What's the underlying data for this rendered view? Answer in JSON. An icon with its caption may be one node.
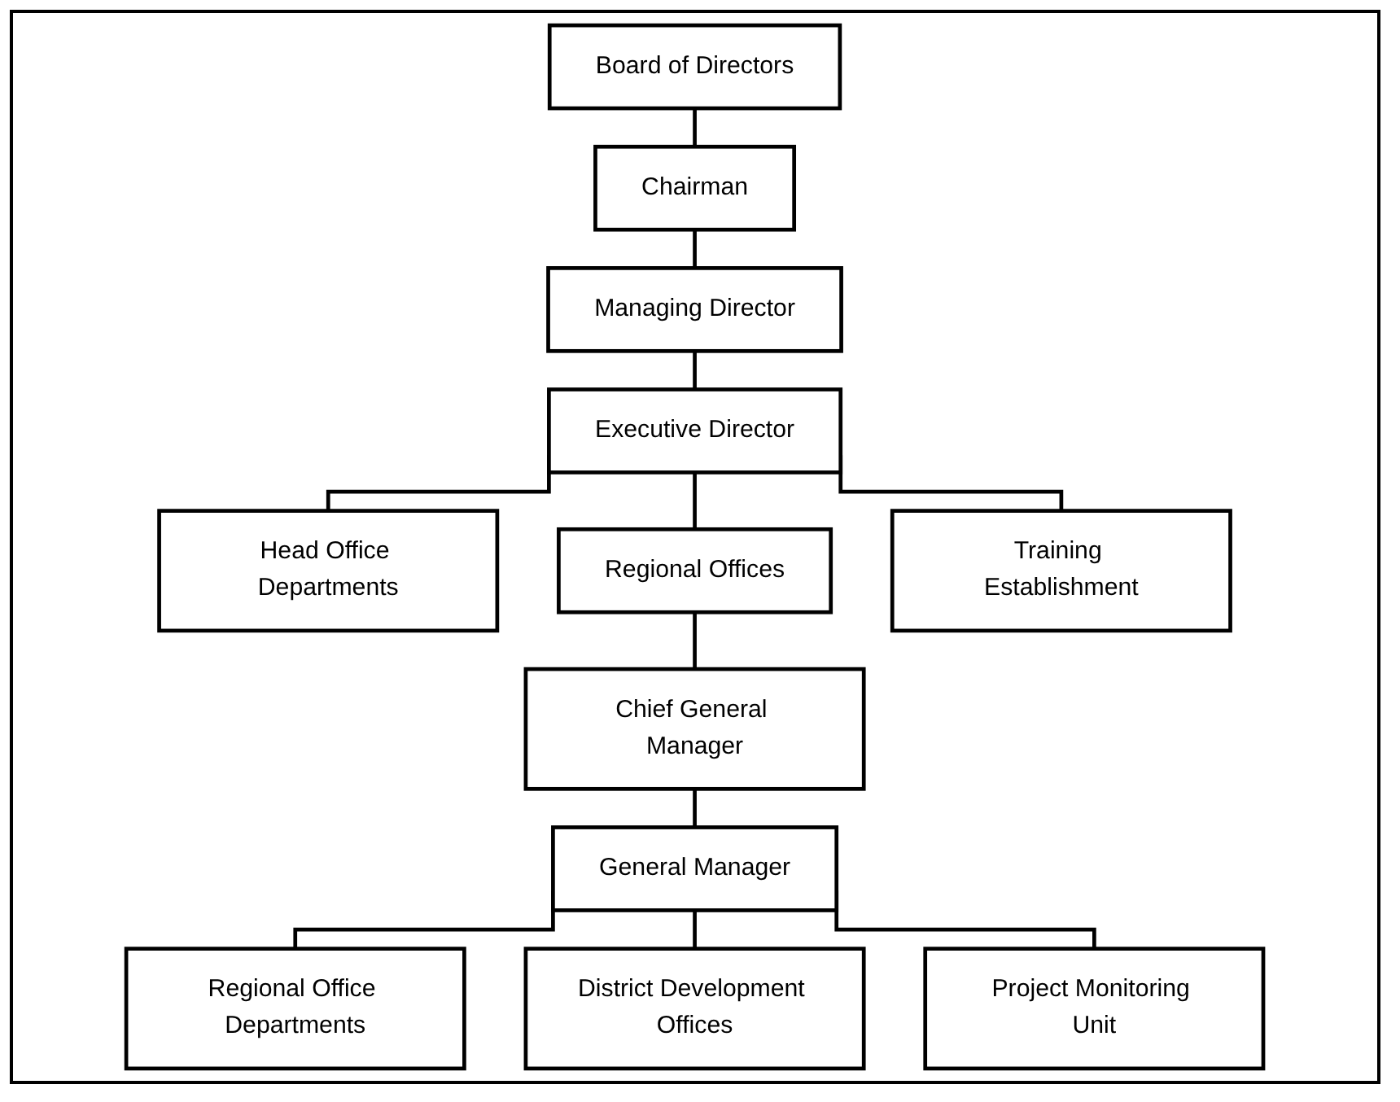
{
  "diagram": {
    "nodes": [
      {
        "text": [
          "Board of Directors"
        ]
      },
      {
        "text": [
          "Chairman"
        ]
      },
      {
        "text": [
          "Managing Director"
        ]
      },
      {
        "text": [
          "Executive Director"
        ]
      },
      {
        "text": [
          "Head Office Departments"
        ]
      },
      {
        "text": [
          "Regional Offices"
        ]
      },
      {
        "text": [
          "Training Establishment"
        ]
      },
      {
        "text": [
          "Chief General Manager"
        ]
      },
      {
        "text": [
          "General Manager"
        ]
      },
      {
        "text": [
          "Regional Office Departments"
        ]
      },
      {
        "text": [
          "District Development Offices"
        ]
      },
      {
        "text": [
          "Project Monitoring Unit"
        ]
      }
    ],
    "edges": [
      {
        "from": 0,
        "to": 1,
        "arrow": "none"
      },
      {
        "from": 1,
        "to": 2,
        "arrow": "none"
      },
      {
        "from": 2,
        "to": 3,
        "arrow": "none"
      },
      {
        "from": 3,
        "to": 4,
        "arrow": "none"
      },
      {
        "from": 3,
        "to": 5,
        "arrow": "none"
      },
      {
        "from": 3,
        "to": 6,
        "arrow": "none"
      },
      {
        "from": 5,
        "to": 7,
        "arrow": "none"
      },
      {
        "from": 7,
        "to": 8,
        "arrow": "none"
      },
      {
        "from": 8,
        "to": 9,
        "arrow": "none"
      },
      {
        "from": 8,
        "to": 10,
        "arrow": "none"
      },
      {
        "from": 8,
        "to": 11,
        "arrow": "none"
      }
    ]
  }
}
